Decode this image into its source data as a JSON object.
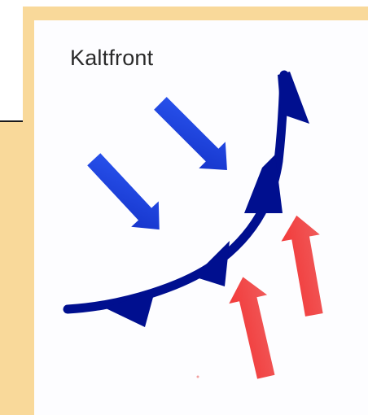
{
  "diagram": {
    "title": "Kaltfront",
    "front_type": "cold-front",
    "colors": {
      "front": "#000f8f",
      "cold_air_arrow": "#1c3fe0",
      "warm_air_arrow": "#f24545",
      "frame": "#f9d99a",
      "background": "#fdfdff"
    },
    "elements": {
      "front_line": "cold-front-line",
      "front_triangles": 4,
      "cold_air_arrows": 2,
      "warm_air_arrows": 2
    }
  }
}
